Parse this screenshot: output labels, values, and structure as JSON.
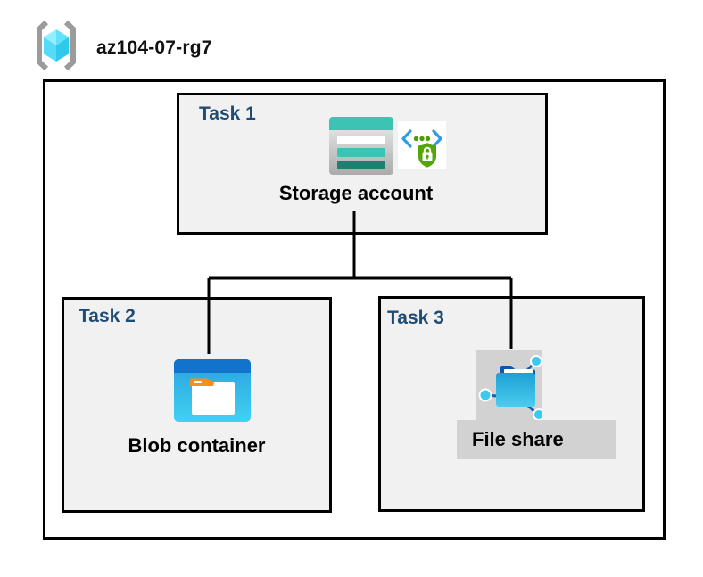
{
  "header": {
    "title": "az104-07-rg7",
    "icon": "resource-group-icon"
  },
  "diagram": {
    "tasks": [
      {
        "label": "Task 1",
        "item": "Storage account",
        "icons": [
          "storage-account-icon",
          "sas-security-icon"
        ]
      },
      {
        "label": "Task 2",
        "item": "Blob container",
        "icons": [
          "blob-container-icon"
        ]
      },
      {
        "label": "Task 3",
        "item": "File share",
        "icons": [
          "file-share-icon"
        ]
      }
    ],
    "connections": [
      {
        "from": "Storage account",
        "to": "Blob container"
      },
      {
        "from": "Storage account",
        "to": "File share"
      }
    ]
  },
  "colors": {
    "task_label_navy": "#1E4C74",
    "task_box_fill": "#F1F1F1",
    "highlight_gray": "#D2D2D2",
    "line_black": "#000000",
    "storage_teal": "#3DC3B3",
    "storage_dark_teal": "#1F7F70",
    "blob_top_blue": "#1173CC",
    "blob_body_blue": "#2AA1DF",
    "blob_tab_orange": "#F78F1E",
    "fileshare_flap_navy": "#0B57A8",
    "fileshare_node_cyan": "#3BC9F0",
    "sas_bracket_blue": "#2E9BE5",
    "sas_shield_green": "#55A40A",
    "rg_bracket_gray": "#9B9B9B",
    "rg_cube_cyan": "#5FE0FA"
  }
}
